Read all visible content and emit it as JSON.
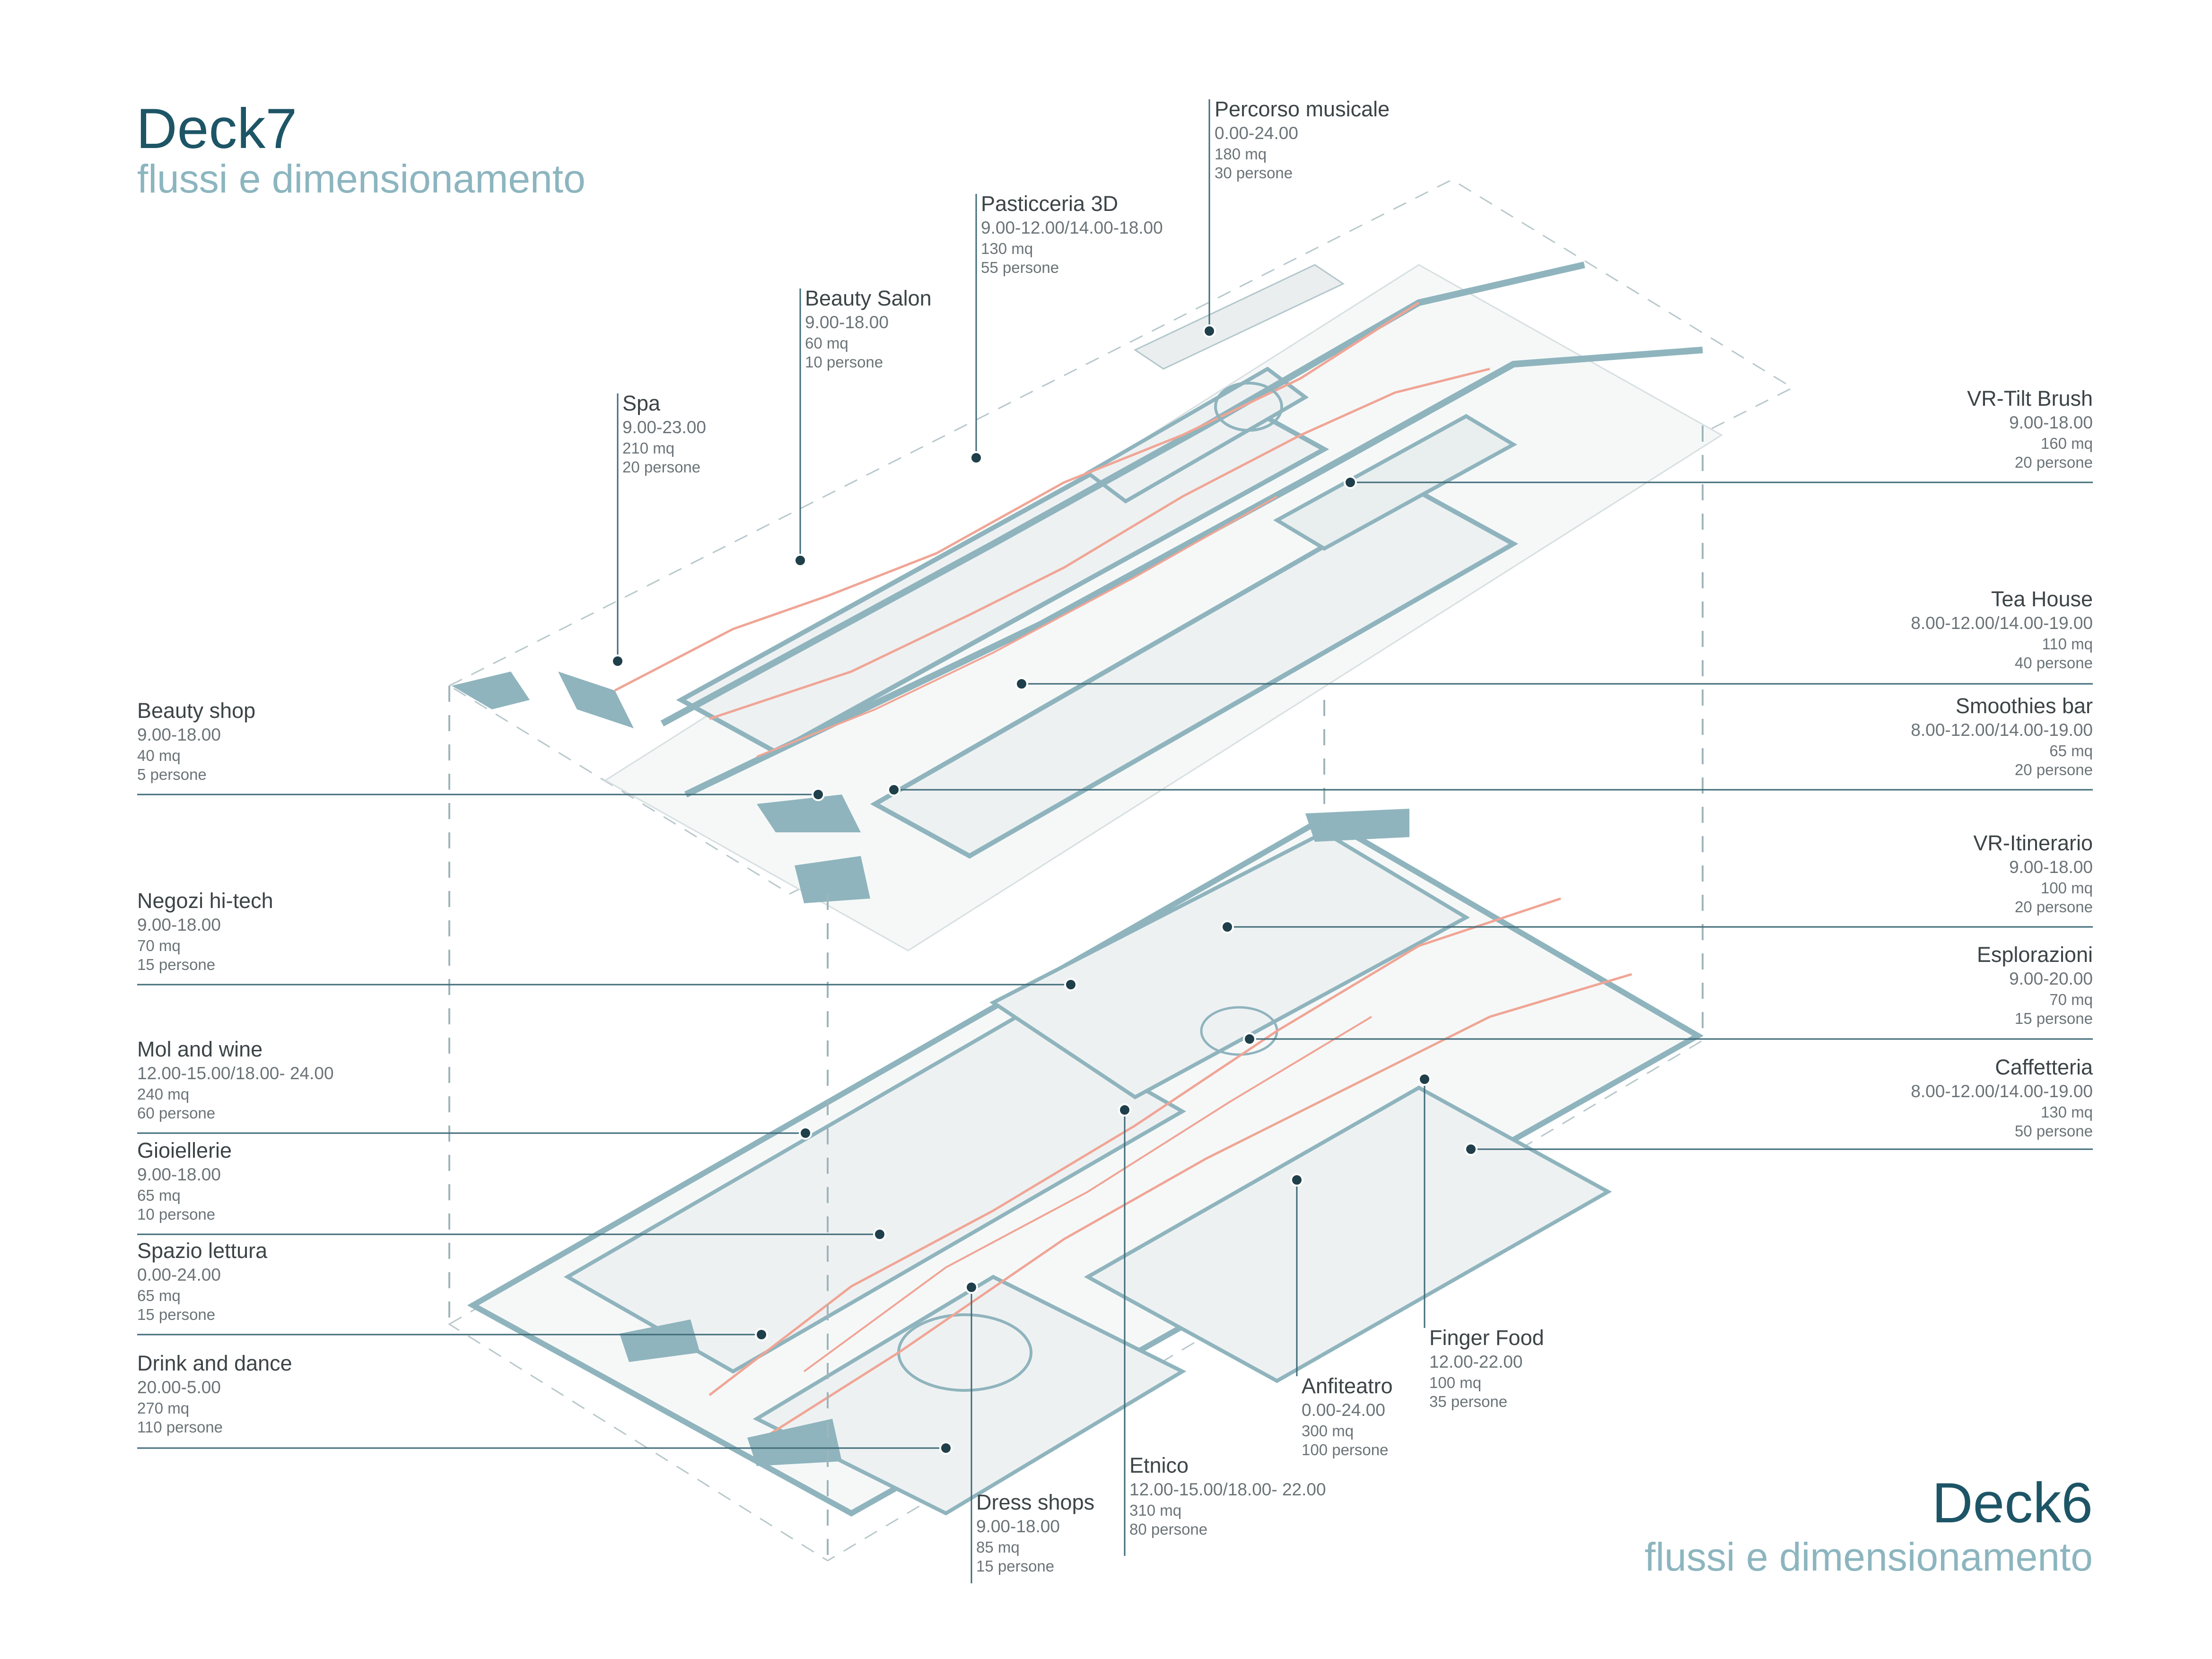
{
  "deck7": {
    "title": "Deck7",
    "subtitle": "flussi e dimensionamento"
  },
  "deck6": {
    "title": "Deck6",
    "subtitle": "flussi e dimensionamento"
  },
  "labels": {
    "percorso_musicale": {
      "name": "Percorso musicale",
      "hours": "0.00-24.00",
      "area": "180 mq",
      "people": "30 persone"
    },
    "pasticceria_3d": {
      "name": "Pasticceria 3D",
      "hours": "9.00-12.00/14.00-18.00",
      "area": "130 mq",
      "people": "55 persone"
    },
    "beauty_salon": {
      "name": "Beauty Salon",
      "hours": "9.00-18.00",
      "area": "60 mq",
      "people": "10 persone"
    },
    "spa": {
      "name": "Spa",
      "hours": "9.00-23.00",
      "area": "210 mq",
      "people": "20 persone"
    },
    "vr_tilt_brush": {
      "name": "VR-Tilt Brush",
      "hours": "9.00-18.00",
      "area": "160 mq",
      "people": "20 persone"
    },
    "tea_house": {
      "name": "Tea House",
      "hours": "8.00-12.00/14.00-19.00",
      "area": "110 mq",
      "people": "40 persone"
    },
    "smoothies_bar": {
      "name": "Smoothies bar",
      "hours": "8.00-12.00/14.00-19.00",
      "area": "65 mq",
      "people": "20 persone"
    },
    "beauty_shop": {
      "name": "Beauty shop",
      "hours": "9.00-18.00",
      "area": "40 mq",
      "people": "5 persone"
    },
    "vr_itinerario": {
      "name": "VR-Itinerario",
      "hours": "9.00-18.00",
      "area": "100 mq",
      "people": "20 persone"
    },
    "esplorazioni": {
      "name": "Esplorazioni",
      "hours": "9.00-20.00",
      "area": "70 mq",
      "people": "15 persone"
    },
    "caffetteria": {
      "name": "Caffetteria",
      "hours": "8.00-12.00/14.00-19.00",
      "area": "130 mq",
      "people": "50 persone"
    },
    "negozi_hitech": {
      "name": "Negozi hi-tech",
      "hours": "9.00-18.00",
      "area": "70 mq",
      "people": "15 persone"
    },
    "mol_and_wine": {
      "name": "Mol and wine",
      "hours": "12.00-15.00/18.00- 24.00",
      "area": "240 mq",
      "people": "60 persone"
    },
    "gioiellerie": {
      "name": "Gioiellerie",
      "hours": "9.00-18.00",
      "area": "65 mq",
      "people": "10 persone"
    },
    "spazio_lettura": {
      "name": "Spazio lettura",
      "hours": "0.00-24.00",
      "area": "65 mq",
      "people": "15 persone"
    },
    "drink_and_dance": {
      "name": "Drink and dance",
      "hours": "20.00-5.00",
      "area": "270 mq",
      "people": "110 persone"
    },
    "finger_food": {
      "name": "Finger Food",
      "hours": "12.00-22.00",
      "area": "100 mq",
      "people": "35 persone"
    },
    "anfiteatro": {
      "name": "Anfiteatro",
      "hours": "0.00-24.00",
      "area": "300 mq",
      "people": "100 persone"
    },
    "etnico": {
      "name": "Etnico",
      "hours": "12.00-15.00/18.00- 22.00",
      "area": "310 mq",
      "people": "80 persone"
    },
    "dress_shops": {
      "name": "Dress shops",
      "hours": "9.00-18.00",
      "area": "85 mq",
      "people": "15 persone"
    }
  },
  "colors": {
    "wall": "#8fb4bd",
    "floor": "#eef1f2",
    "flow": "#f0a595",
    "leader": "#3f6b78",
    "title": "#1d5566",
    "subtitle": "#8cb5bf"
  }
}
